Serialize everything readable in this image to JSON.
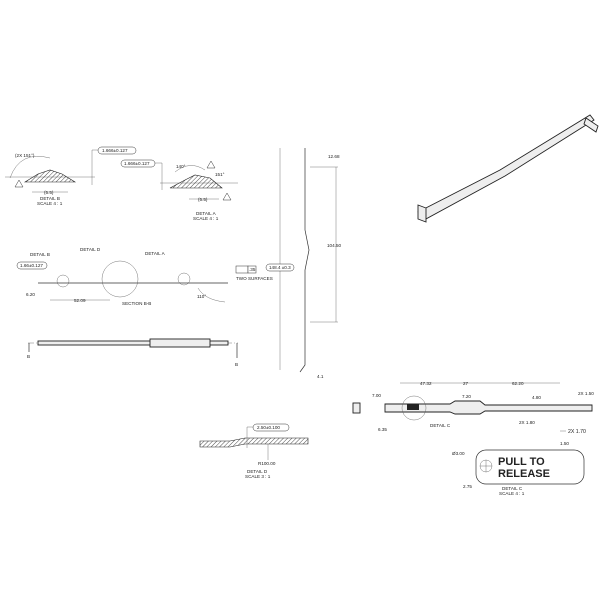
{
  "detail_b": {
    "callout": "1.666±0.127",
    "angle": "(2X 151°)",
    "width": "(5.5)",
    "title": "DETAIL B",
    "scale": "SCALE 4 : 1"
  },
  "detail_a": {
    "callout": "1.666±0.127",
    "angle1": "140°",
    "angle2": "151°",
    "width": "(5.5)",
    "title": "DETAIL A",
    "scale": "SCALE 4 : 1"
  },
  "section": {
    "label_b": "DETAIL B",
    "label_d": "DETAIL D",
    "label_a": "DETAIL A",
    "callout": "1.66±0.127",
    "dim_offset": "6.20",
    "dim_length": "52.09",
    "title": "SECTION B-B",
    "angle": "110°",
    "flatness": ".35",
    "flatness_note": "TWO SURFACES"
  },
  "plan_view": {
    "arrow_left": "B",
    "arrow_right": "B"
  },
  "side_view": {
    "overall": "148.4 ±0.3",
    "span": "104.50",
    "top": "12.68",
    "bottom": "4.1"
  },
  "front_view": {
    "d1": "47.32",
    "d2": "27",
    "d3": "62.20",
    "w1": "7.20",
    "w2": "4.80",
    "h1": "7.00",
    "h2": "6.35",
    "detail": "DETAIL C",
    "hole1": "2X 1.80",
    "hole2": "2X 1.50",
    "hole3": "2X 1.70"
  },
  "detail_c": {
    "line1": "PULL TO",
    "line2": "RELEASE",
    "diameter": "Ø3.00",
    "depth": "1.50",
    "offset": "2.75",
    "title": "DETAIL C",
    "scale": "SCALE 4 : 1"
  },
  "detail_d": {
    "callout": "2.50±0.100",
    "radius": "R100.00",
    "title": "DETAIL D",
    "scale": "SCALE 3 : 1"
  }
}
